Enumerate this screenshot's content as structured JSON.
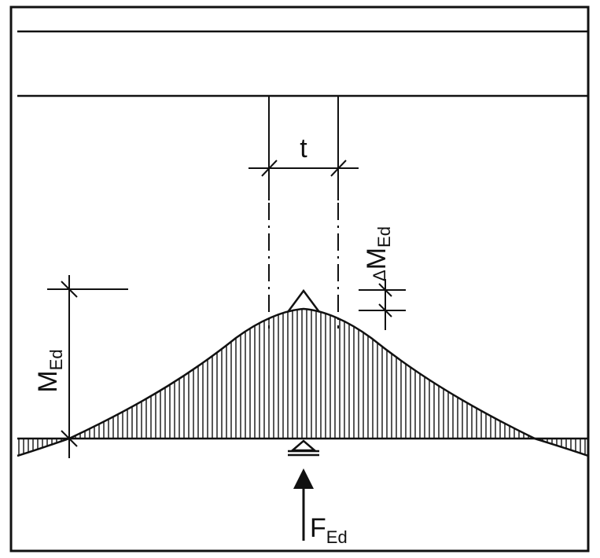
{
  "labels": {
    "t": "t",
    "m_main": "M",
    "m_sub": "Ed",
    "delta": "Δ",
    "dm_main": "M",
    "dm_sub": "Ed",
    "f_main": "F",
    "f_sub": "Ed"
  },
  "colors": {
    "stroke": "#111111",
    "background": "#ffffff",
    "hatch": "#111111"
  }
}
